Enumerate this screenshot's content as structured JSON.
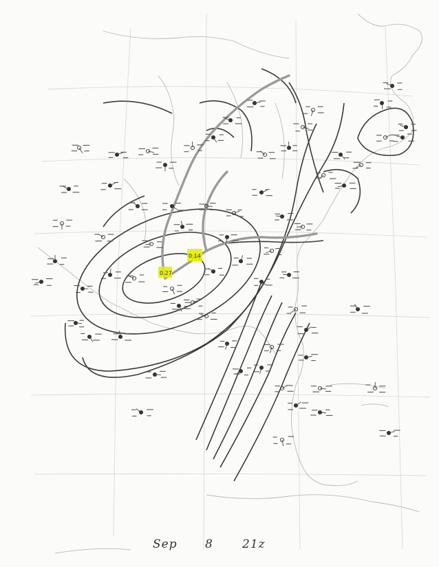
{
  "caption": {
    "month": "Sep",
    "day": "8",
    "time": "21z"
  },
  "highlights": [
    {
      "label": "0.14"
    },
    {
      "label": "0.27"
    }
  ],
  "colors": {
    "paper": "#fbfbf9",
    "isobar": "#3a3a3a",
    "front": "#9a9a9a",
    "coast": "#b9b9b9",
    "station": "#333333",
    "highlight": "#e4f000"
  }
}
